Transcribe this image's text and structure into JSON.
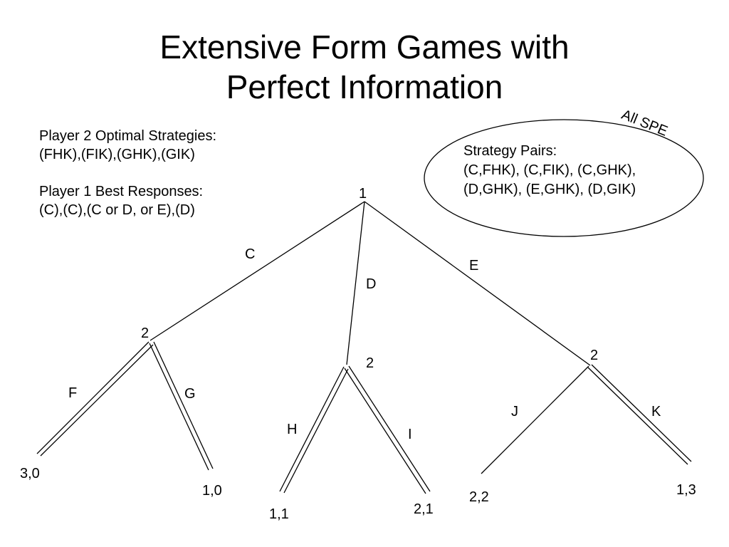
{
  "title": {
    "line1": "Extensive Form Games with",
    "line2": "Perfect Information"
  },
  "notes": {
    "p2_heading": "Player 2 Optimal Strategies:",
    "p2_list": "(FHK),(FIK),(GHK),(GIK)",
    "p1_heading": "Player 1 Best Responses:",
    "p1_list": "(C),(C),(C or D, or E),(D)"
  },
  "spe": {
    "label": "All SPE",
    "heading": "Strategy Pairs:",
    "line1": "(C,FHK), (C,FIK), (C,GHK),",
    "line2": "(D,GHK), (E,GHK), (D,GIK)"
  },
  "tree": {
    "root_player": "1",
    "actions_root": [
      "C",
      "D",
      "E"
    ],
    "nodes": [
      {
        "player": "2",
        "actions": [
          "F",
          "G"
        ],
        "payoffs": [
          "3,0",
          "1,0"
        ],
        "optimal": [
          true,
          true
        ]
      },
      {
        "player": "2",
        "actions": [
          "H",
          "I"
        ],
        "payoffs": [
          "1,1",
          "2,1"
        ],
        "optimal": [
          true,
          true
        ]
      },
      {
        "player": "2",
        "actions": [
          "J",
          "K"
        ],
        "payoffs": [
          "2,2",
          "1,3"
        ],
        "optimal": [
          false,
          true
        ]
      }
    ]
  }
}
